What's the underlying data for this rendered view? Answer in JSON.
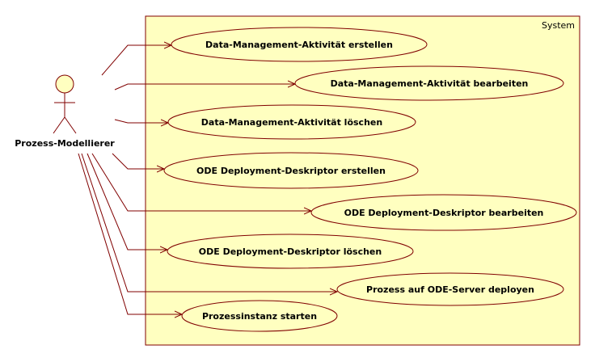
{
  "system": {
    "label": "System",
    "fill_color": "#ffffc0",
    "border_color": "#800000"
  },
  "actor": {
    "label": "Prozess-Modellierer",
    "fill_color": "#ffffc0",
    "line_color": "#800000"
  },
  "use_cases": [
    {
      "label": "Data-Management-Aktivität erstellen"
    },
    {
      "label": "Data-Management-Aktivität bearbeiten"
    },
    {
      "label": "Data-Management-Aktivität löschen"
    },
    {
      "label": "ODE Deployment-Deskriptor erstellen"
    },
    {
      "label": "ODE Deployment-Deskriptor bearbeiten"
    },
    {
      "label": "ODE Deployment-Deskriptor löschen"
    },
    {
      "label": "Prozess auf ODE-Server deployen"
    },
    {
      "label": "Prozessinstanz starten"
    }
  ]
}
